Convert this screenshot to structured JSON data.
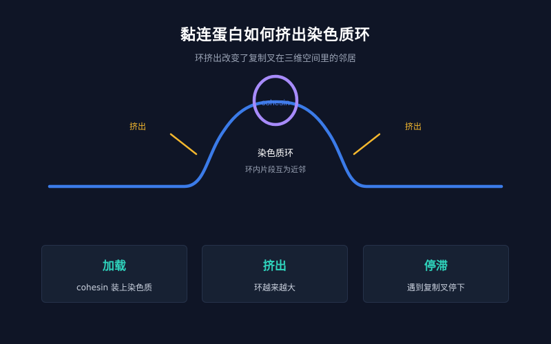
{
  "title": "黏连蛋白如何挤出染色质环",
  "subtitle": "环挤出改变了复制叉在三维空间里的邻居",
  "diagram": {
    "ring_label": "cohesin",
    "left_arrow_label": "挤出",
    "right_arrow_label": "挤出",
    "loop_label": "染色质环",
    "loop_sublabel": "环内片段互为近邻"
  },
  "cards": [
    {
      "title": "加载",
      "desc": "cohesin 装上染色质"
    },
    {
      "title": "挤出",
      "desc": "环越来越大"
    },
    {
      "title": "停滞",
      "desc": "遇到复制叉停下"
    }
  ],
  "colors": {
    "background": "#0f1526",
    "chromatin": "#3b7be8",
    "cohesin_ring": "#a78bfa",
    "arrow": "#f5b82e",
    "card_title": "#2fd4bd"
  }
}
